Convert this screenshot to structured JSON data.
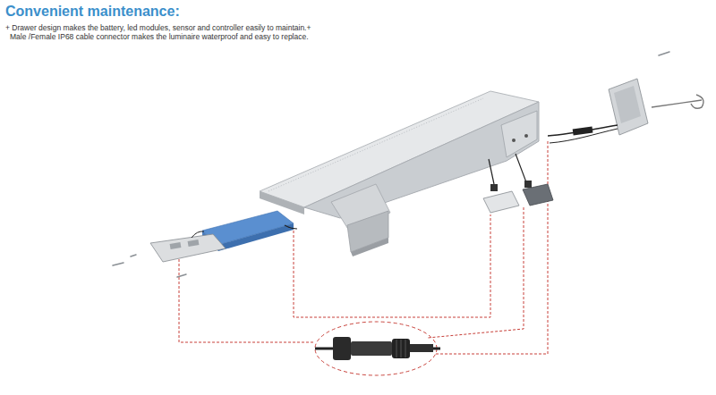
{
  "diagram": {
    "title": "Convenient maintenance:",
    "labels": [
      "+ Drawer design makes the battery, led modules, sensor and controller easily to maintain.+",
      "Male /Female IP68 cable connector makes the luminaire waterproof and easy to replace."
    ]
  }
}
